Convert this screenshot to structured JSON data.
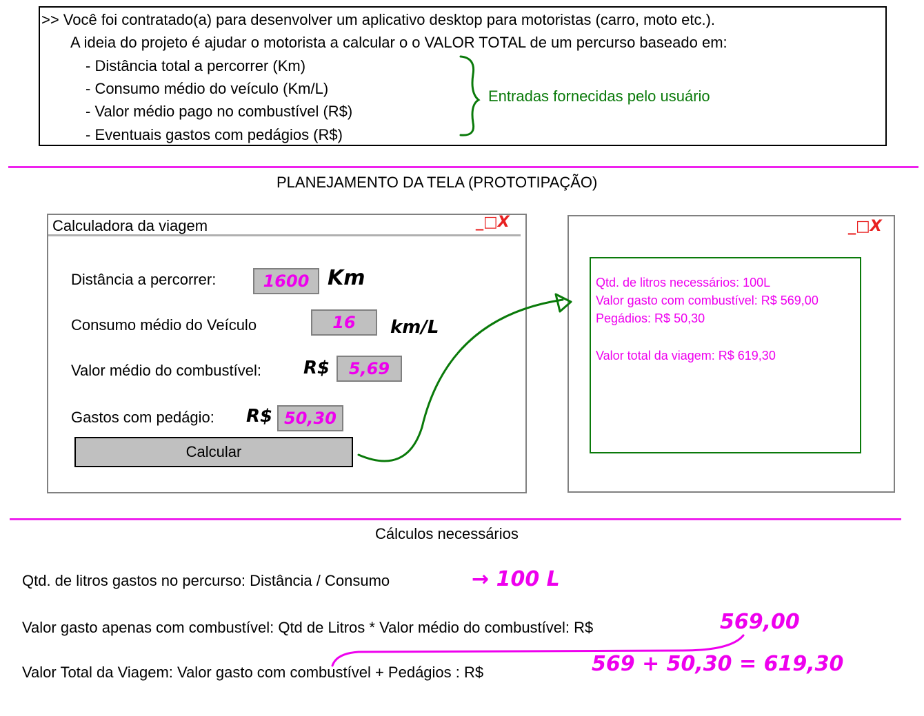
{
  "intro": {
    "line1": ">> Você foi contratado(a) para desenvolver um aplicativo desktop para motoristas (carro, moto etc.).",
    "line2": "A ideia do projeto é ajudar o motorista a calcular o o VALOR TOTAL de um percurso baseado em:",
    "items": [
      "- Distância total a percorrer (Km)",
      "- Consumo médio do veículo (Km/L)",
      "- Valor médio pago no combustível (R$)",
      "- Eventuais gastos com pedágios (R$)"
    ],
    "brace_note": "Entradas fornecidas pelo usuário"
  },
  "planning_title": "PLANEJAMENTO DA TELA (PROTOTIPAÇÃO)",
  "calc_window": {
    "title": "Calculadora da viagem",
    "window_controls": "_□X",
    "fields": [
      {
        "label": "Distância a percorrer:",
        "value": "1600",
        "unit": "Km"
      },
      {
        "label": "Consumo médio do Veículo",
        "value": "16",
        "unit": "km/L"
      },
      {
        "label": "Valor médio do combustível:",
        "prefix": "R$",
        "value": "5,69"
      },
      {
        "label": "Gastos com pedágio:",
        "prefix": "R$",
        "value": "50,30"
      }
    ],
    "button_label": "Calcular"
  },
  "result_window": {
    "window_controls": "_□X",
    "lines": [
      "Qtd. de litros necessários: 100L",
      "Valor gasto com combustível: R$ 569,00",
      "Pegádios: R$ 50,30",
      "Valor total da viagem: R$ 619,30"
    ]
  },
  "calc_section": {
    "title": "Cálculos necessários",
    "formulas": [
      {
        "text": "Qtd. de litros gastos no percurso: Distância / Consumo",
        "note": "→ 100 L"
      },
      {
        "text": "Valor gasto apenas com combustível: Qtd de Litros * Valor médio do combustível: R$",
        "note": "569,00"
      },
      {
        "text": "Valor Total da Viagem: Valor gasto com combustível + Pedágios : R$",
        "note": "569 + 50,30 = 619,30"
      }
    ]
  },
  "colors": {
    "accent": "#ee22ee",
    "annotation_green": "#0a7a0a",
    "field_gray": "#c0c0c0"
  }
}
